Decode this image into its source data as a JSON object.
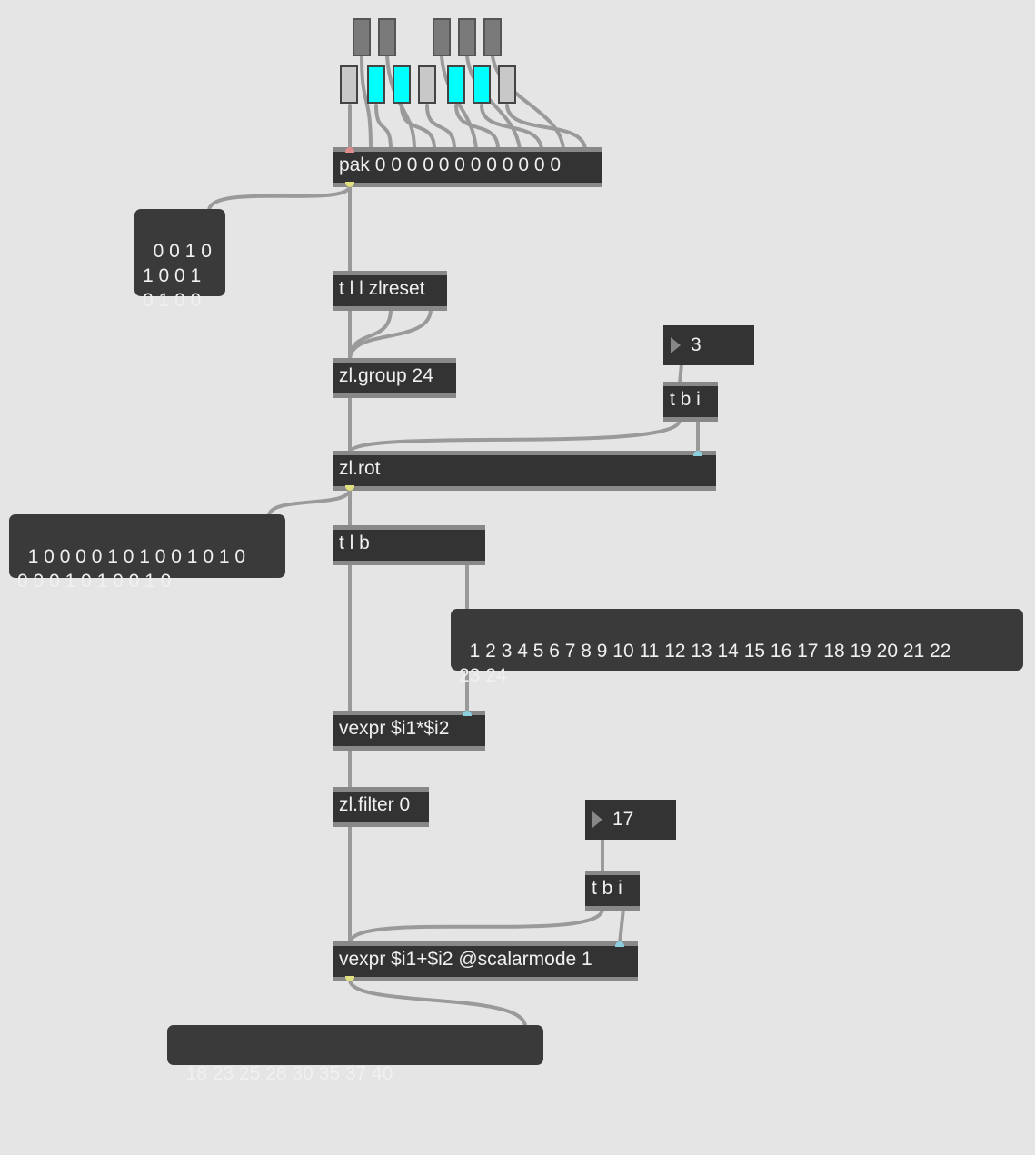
{
  "objects": {
    "pak": "pak 0 0 0 0 0 0 0 0 0 0 0 0",
    "trigger_reset": "t l l zlreset",
    "zl_group": "zl.group 24",
    "trigger_bi_1": "t b i",
    "zl_rot": "zl.rot",
    "trigger_lb": "t l b",
    "vexpr_mult": "vexpr $i1*$i2",
    "zl_filter": "zl.filter 0",
    "trigger_bi_2": "t b i",
    "vexpr_add": "vexpr $i1+$i2 @scalarmode 1"
  },
  "messages": {
    "pattern_grid": "0 0 1 0\n1 0 0 1\n0 1 0 0",
    "rotated_list": "1 0 0 0 0 1 0 1 0 0 1 0 1 0\n0 0 0 1 0 1 0 0 1 0",
    "index_list": "1 2 3 4 5 6 7 8 9 10 11 12 13 14 15 16 17 18 19 20 21 22\n23 24",
    "result_list": "18 23 25 28 30 35 37 40"
  },
  "numbers": {
    "rotate_amount": "3",
    "offset_amount": "17"
  },
  "toggles": {
    "top_row": [
      "off",
      "off",
      "off",
      "off",
      "off"
    ],
    "bottom_row": [
      "off",
      "on",
      "on",
      "off",
      "on",
      "on",
      "off"
    ]
  },
  "colors": {
    "background": "#e5e5e5",
    "object_fill": "#333333",
    "toggle_on": "#00ffff",
    "cable": "#a8a8a8"
  }
}
